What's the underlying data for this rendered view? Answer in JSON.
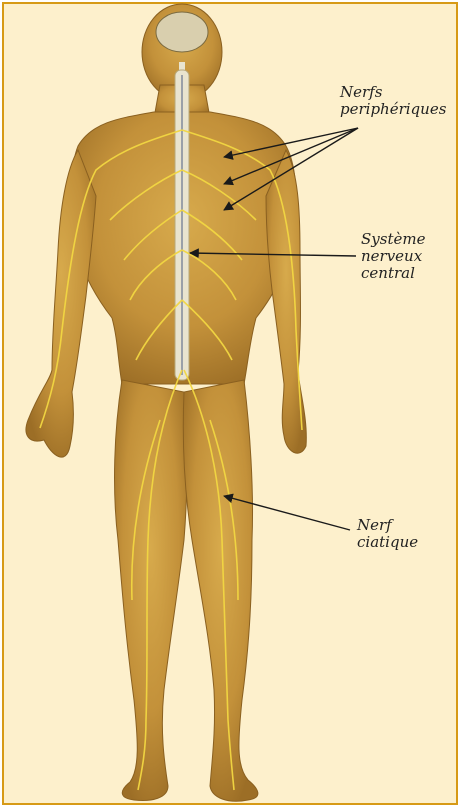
{
  "labels": {
    "peripheral": {
      "line1": "Nerfs",
      "line2": "periphériques"
    },
    "central": {
      "line1": "Système",
      "line2": "nerveux",
      "line3": "central"
    },
    "sciatic": {
      "line1": "Nerf",
      "line2": "ciatique"
    }
  },
  "colors": {
    "border": "#d79a16",
    "background": "#fdf0cc",
    "skin": "#c99a3c",
    "nerve": "#f2d742",
    "spine": "#e9e4cf",
    "arrow": "#1a1a1a"
  }
}
